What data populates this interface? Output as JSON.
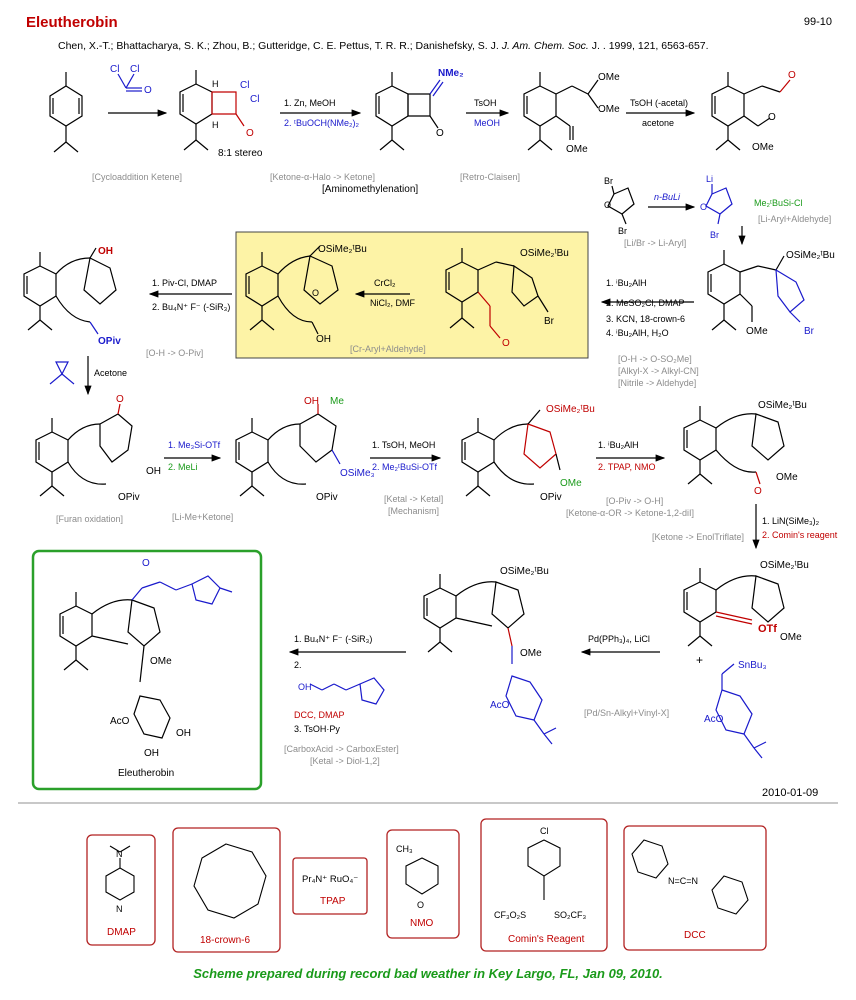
{
  "header": {
    "title": "Eleutherobin",
    "code": "99-10",
    "citation_authors": "Chen, X.-T.;  Bhattacharya, S. K.; Zhou, B.;  Gutteridge, C. E. Pettus, T. R. R.; Danishefsky, S. J.",
    "citation_journal": "J. Am. Chem. Soc.",
    "citation_tail": "J. . 1999, 121, 6563-657."
  },
  "reagents": {
    "zn_meoh": "1. Zn, MeOH",
    "butoch": "2. ᵗBuOCH(NMe₂)₂",
    "tsoh": "TsOH",
    "meoh": "MeOH",
    "tsoh_acetal": "TsOH (-acetal)",
    "acetone": "acetone",
    "nbuli": "n-BuLi",
    "me2tbusicl": "Me₂ᵗBuSi-Cl",
    "crcl2": "CrCl₂",
    "nicl2": "NiCl₂, DMF",
    "pivcl": "1. Piv-Cl, DMAP",
    "bu4nf": "2. Bu₄N⁺ F⁻ (-SiR₃)",
    "tbu2alh": "1. ⁱBu₂AlH",
    "mso2cl": "2. MeSO₂Cl,  DMAP",
    "kcn": "3. KCN, 18-crown-6",
    "tbu2alh2": "4. ⁱBu₂AlH, H₂O",
    "acetone2": "Acetone",
    "me3siotf": "1. Me₃Si-OTf",
    "meli": "2. MeLi",
    "tsoh_meoh": "1. TsOH, MeOH",
    "me2tbusiotf": "2. Me₂ᵗBuSi-OTf",
    "ibu2alh": "1. ⁱBu₂AlH",
    "tpap_nmo": "2. TPAP, NMO",
    "lin": "1. LiN(SiMe₃)₂",
    "comins": "2. Comin's reagent",
    "pd": "Pd(PPh₃)₄, LiCl",
    "bu4nf2": "1. Bu₄N⁺ F⁻ (-SiR₃)",
    "step2": "2.",
    "dcc_dmap": "DCC, DMAP",
    "tsoh_py": "3. TsOH·Py"
  },
  "transforms": {
    "t1": "[Cycloaddition  Ketene]",
    "t2": "[Ketone-α-Halo -> Ketone]",
    "t2b": "[Aminomethylenation]",
    "t3": "[Retro-Claisen]",
    "t4": "[Li/Br -> Li-Aryl]",
    "t5": "[Li-Aryl+Aldehyde]",
    "t6": "[O-H -> O-Piv]",
    "t7": "[Cr-Aryl+Aldehyde]",
    "t8a": "[O-H -> O-SO₂Me]",
    "t8b": "[Alkyl-X -> Alkyl-CN]",
    "t8c": "[Nitrile -> Aldehyde]",
    "t9": "[Furan oxidation]",
    "t10": "[Li-Me+Ketone]",
    "t11a": "[Ketal -> Ketal]",
    "t11b": "[Mechanism]",
    "t12a": "[O-Piv -> O-H]",
    "t12b": "[Ketone-α-OR -> Ketone-1,2-diI]",
    "t13": "[Ketone -> EnolTriflate]",
    "t14": "[Pd/Sn-Alkyl+Vinyl-X]",
    "t15a": "[CarboxAcid -> CarboxEster]",
    "t15b": "[Ketal -> Diol-1,2]"
  },
  "labels": {
    "stereo": "8:1 stereo",
    "target": "Eleutherobin",
    "osime2tbu": "OSiMe₂ᵗBu",
    "opiv": "OPiv",
    "ome": "OMe",
    "osime3": "OSiMe₃",
    "otf": "OTf",
    "snbu3": "SnBu₃",
    "aco": "AcO",
    "oh": "OH",
    "me": "Me",
    "nme2": "NMe₂",
    "br": "Br",
    "li": "Li",
    "cl": "Cl",
    "h": "H",
    "o": "O",
    "n": "N",
    "plus": "+"
  },
  "legend": {
    "dmap": "DMAP",
    "crown": "18-crown-6",
    "tpap_formula": "Pr₄N⁺ RuO₄⁻",
    "tpap": "TPAP",
    "nmo": "NMO",
    "nmo_me": "CH₃",
    "comins": "Comin's Reagent",
    "comins_tf": "CF₃O₂S",
    "comins_tf2": "SO₂CF₃",
    "dcc": "DCC",
    "dcc_ncn": "N=C=N"
  },
  "footer": {
    "date": "2010-01-09",
    "note": "Scheme prepared during record bad weather in Key Largo, FL, Jan 09, 2010."
  },
  "colors": {
    "red": "#cc0000",
    "blue": "#1a1acc",
    "green": "#1a9a1a",
    "gray": "#8c8c8c",
    "highlight": "#fdf3a6",
    "box_border": "#b22222",
    "target_border": "#2aa02a"
  }
}
